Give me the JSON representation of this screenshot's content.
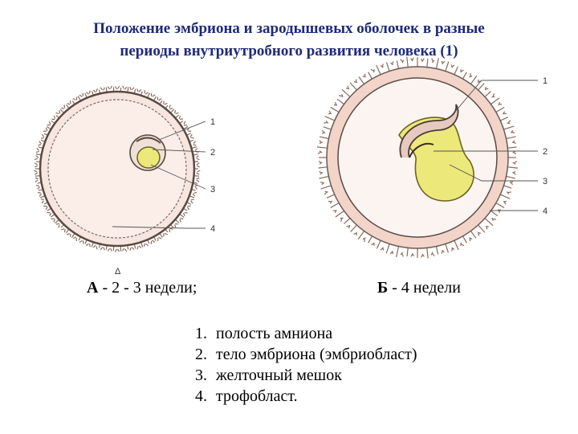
{
  "title": {
    "line1": "Положение эмбриона и зародышевых оболочек в разные",
    "line2": "периоды внутриутробного развития человека (1)"
  },
  "diagram_a": {
    "caption_letter": "А",
    "caption_text": " - 2 - 3 недели;",
    "marker": "1 2 3 4",
    "corner_mark": "Δ"
  },
  "diagram_b": {
    "caption_letter": "Б",
    "caption_text": " - 4 недели",
    "marker": "1 2 3 4"
  },
  "legend": {
    "items": [
      {
        "num": "1.",
        "text": "полость амниона"
      },
      {
        "num": "2.",
        "text": "тело эмбриона (эмбриобласт)"
      },
      {
        "num": "3.",
        "text": "желточный мешок"
      },
      {
        "num": "4.",
        "text": "трофобласт."
      }
    ]
  },
  "labels": [
    "1",
    "2",
    "3",
    "4"
  ]
}
